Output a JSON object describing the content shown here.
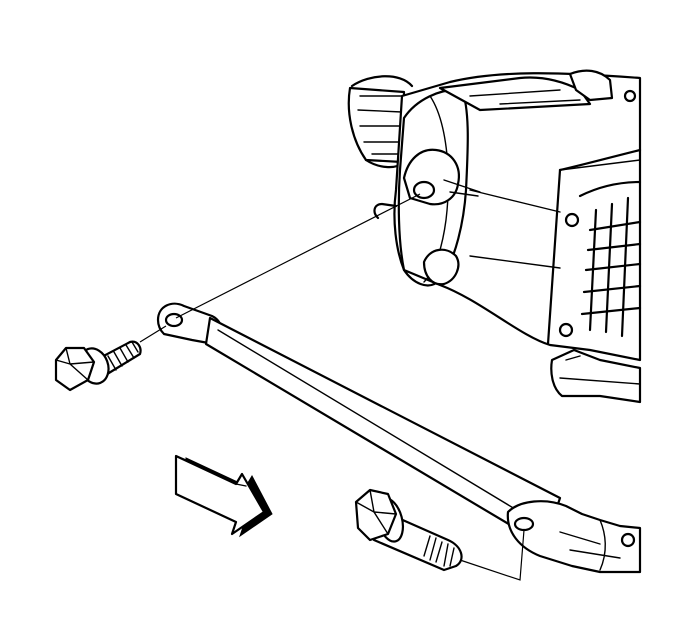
{
  "figure": {
    "components": [
      "transmission-housing",
      "brace-bar",
      "front-bolt",
      "rear-bolt",
      "front-direction-arrow"
    ],
    "icons": [
      "bolt-icon",
      "arrow-icon"
    ],
    "colors": {
      "ink": "#000000",
      "background": "#ffffff"
    }
  }
}
